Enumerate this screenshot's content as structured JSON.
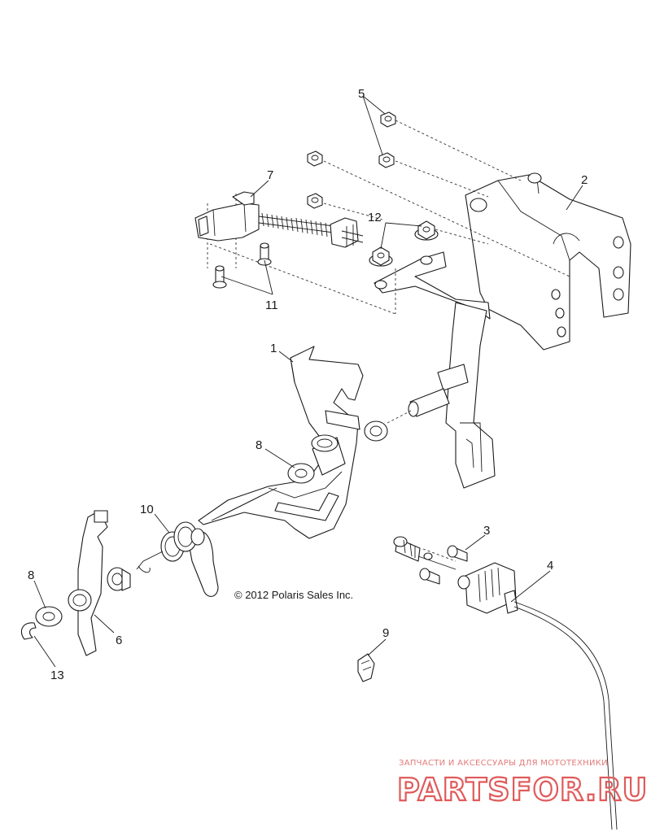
{
  "callouts": [
    "1",
    "2",
    "3",
    "4",
    "5",
    "6",
    "7",
    "8",
    "8",
    "9",
    "10",
    "11",
    "12",
    "13"
  ],
  "copyright": "© 2012 Polaris Sales Inc.",
  "watermark": {
    "tagline": "ЗАПЧАСТИ И АКСЕССУАРЫ ДЛЯ МОТОТЕХНИКИ",
    "brand": "PARTSFOR.RU",
    "color": "#e05a5a"
  }
}
